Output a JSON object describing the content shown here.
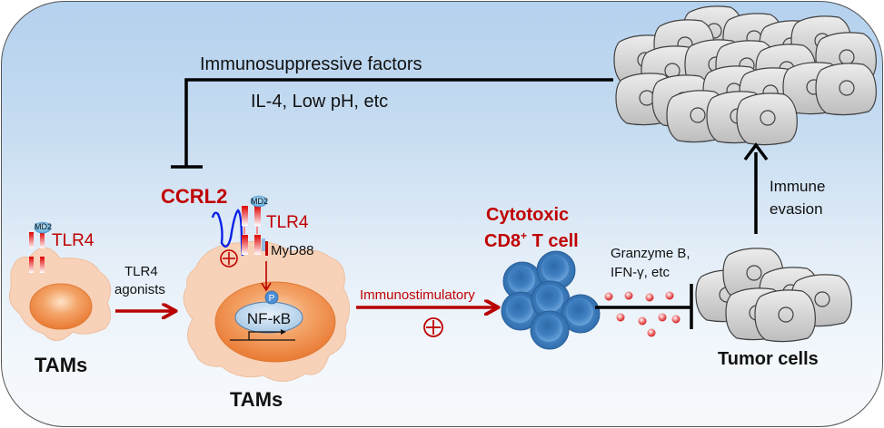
{
  "title": "CCRL2 / TLR4 signaling in TAMs promotes cytotoxic CD8+ T cell anti-tumor immunity",
  "labels": {
    "immunosuppressive_factors": "Immunosuppressive factors",
    "immunosuppressive_examples": "IL-4, Low pH, etc",
    "ccrl2": "CCRL2",
    "md2_left": "MD2",
    "tlr4_left": "TLR4",
    "md2_right": "MD2",
    "tlr4_right": "TLR4",
    "myd88": "MyD88",
    "phospho": "P",
    "nfkb": "NF-κB",
    "tlr4_agonists_line1": "TLR4",
    "tlr4_agonists_line2": "agonists",
    "tams_left": "TAMs",
    "tams_center": "TAMs",
    "immunostimulatory": "Immunostimulatory",
    "plus_symbol": "+",
    "cytotoxic_line1": "Cytotoxic",
    "cytotoxic_line2_main": "CD8",
    "cytotoxic_line2_sup": "+",
    "cytotoxic_line2_tail": " T cell",
    "granzyme_line1": "Granzyme B,",
    "granzyme_line2": "IFN-γ, etc",
    "immune_evasion_line1": "Immune",
    "immune_evasion_line2": "evasion",
    "tumor_cells": "Tumor cells"
  },
  "colors": {
    "accent_red": "#c00000",
    "arrow_red": "#b80000",
    "tam_cell": "#f8d2b8",
    "nucleus_orange": "#ef8a44",
    "tcell_blue": "#3f7fc1",
    "tumor_gray": "#cfcfcf",
    "ccrl2_blue": "#0a22e6",
    "inhibit_black": "#000000"
  },
  "icons": {
    "plus_circle": "plus-in-circle-icon",
    "receptor": "tlr4-receptor-icon",
    "phospho": "phosphate-icon",
    "promoter": "transcription-start-arrow-icon"
  }
}
